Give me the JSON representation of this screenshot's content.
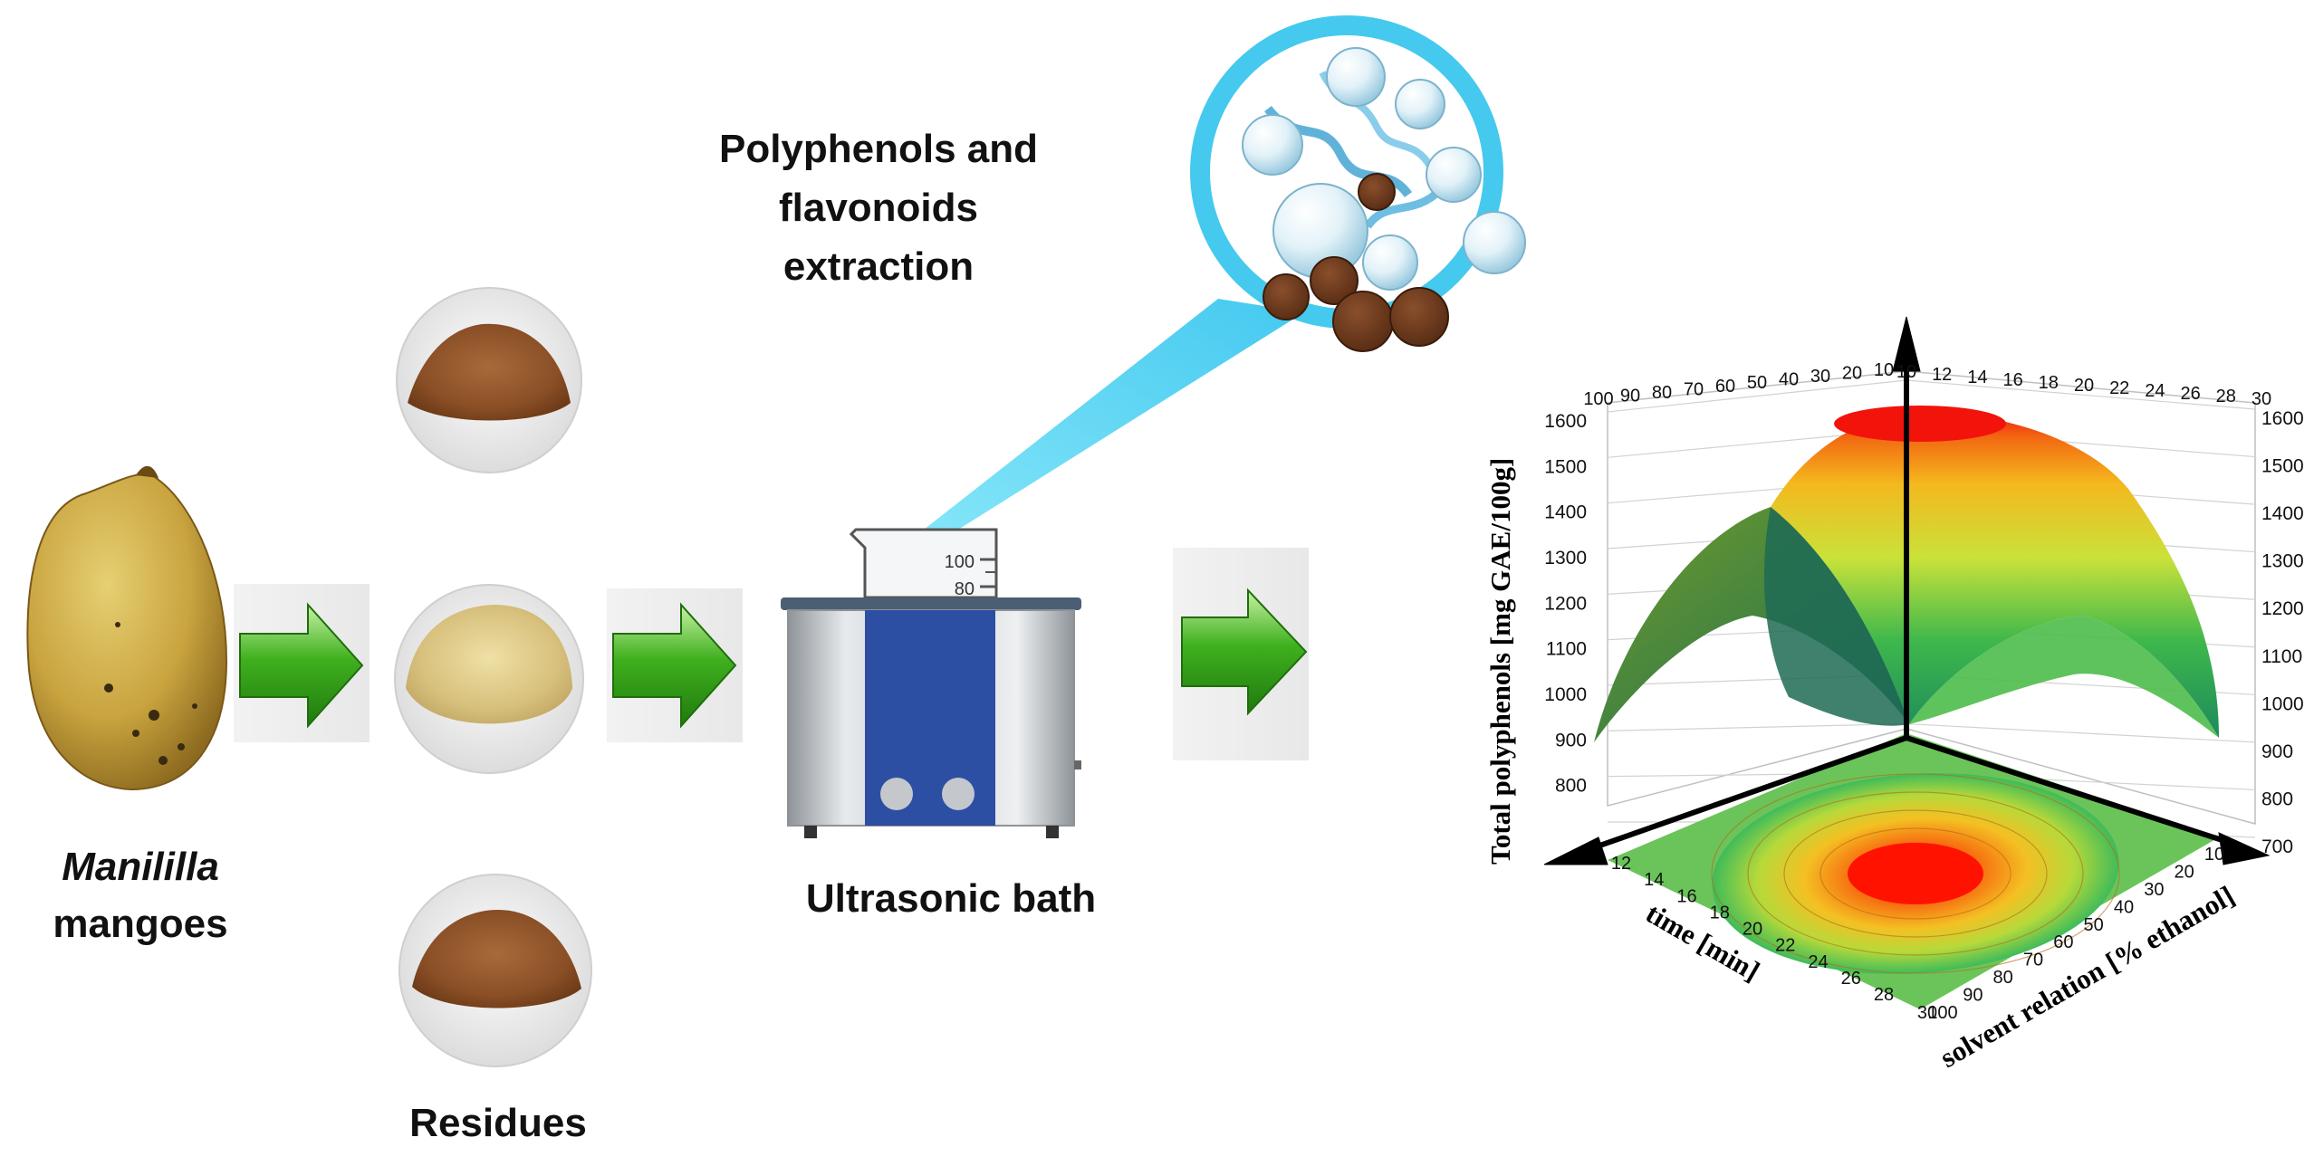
{
  "labels": {
    "mango_line1": "Manililla",
    "mango_line2": "mangoes",
    "residues": "Residues",
    "bath": "Ultrasonic bath",
    "extraction_line1": "Polyphenols and",
    "extraction_line2": "flavonoids",
    "extraction_line3": "extraction"
  },
  "beaker": {
    "mark_100": "100",
    "mark_80": "80"
  },
  "colors": {
    "arrow_green": "#3fb01e",
    "bath_blue": "#2d4fa3",
    "zoom_cyan": "#45c9ee",
    "particle_brown": "#6b3a1f"
  },
  "chart_data": {
    "type": "surface3d",
    "title": "",
    "zlabel": "Total polyphenols  [mg GAE/100g]",
    "xlabel": "time [min]",
    "ylabel": "solvent relation [% ethanol]",
    "x_ticks": [
      "10",
      "12",
      "14",
      "16",
      "18",
      "20",
      "22",
      "24",
      "26",
      "28",
      "30"
    ],
    "y_ticks": [
      "10",
      "20",
      "30",
      "40",
      "50",
      "60",
      "70",
      "80",
      "90",
      "100"
    ],
    "z_ticks": [
      "700",
      "800",
      "900",
      "1000",
      "1100",
      "1200",
      "1300",
      "1400",
      "1500",
      "1600"
    ],
    "zlim": [
      700,
      1600
    ],
    "xlim": [
      10,
      30
    ],
    "ylim": [
      10,
      100
    ],
    "peak": {
      "time": 20,
      "ethanol": 50,
      "value": 1600
    },
    "contour_projection": "bottom",
    "colormap": [
      "green",
      "yellow",
      "orange",
      "red"
    ]
  }
}
